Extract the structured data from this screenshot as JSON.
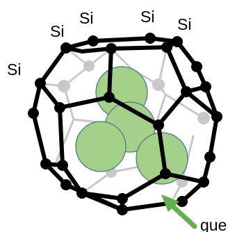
{
  "labels": {
    "si": [
      "Si",
      "Si",
      "Si",
      "Si",
      "Si"
    ],
    "guest": "gue"
  },
  "colors": {
    "front_bond": "#000000",
    "back_bond": "#c8c8c8",
    "front_atom": "#000000",
    "back_atom": "#c8c8c8",
    "guest_fill": "#a4d18a",
    "guest_stroke": "#4a6f8f",
    "arrow": "#5fb24a"
  }
}
